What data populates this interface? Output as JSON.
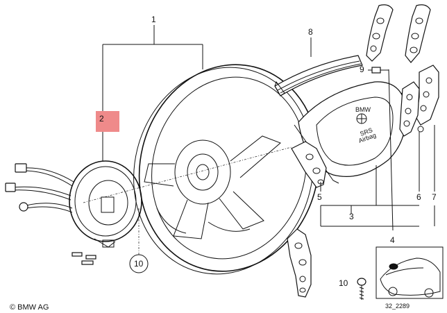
{
  "callouts": {
    "c1": "1",
    "c2": "2",
    "c3": "3",
    "c4": "4",
    "c5": "5",
    "c6": "6",
    "c7": "7",
    "c8": "8",
    "c9": "9",
    "c10a": "10",
    "c10b": "10"
  },
  "airbag_text": {
    "line1": "SRS",
    "line2": "Airbag"
  },
  "brand_text": "BMW",
  "footer": {
    "copyright": "© BMW AG",
    "drawing_code": "32_2289"
  },
  "colors": {
    "highlight": "#ef8a8a",
    "line": "#111111"
  }
}
